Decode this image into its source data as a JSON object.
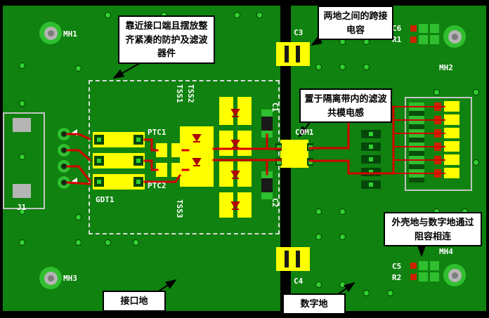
{
  "board": {
    "silkscreen": {
      "mh1": "MH1",
      "mh2": "MH2",
      "mh3": "MH3",
      "mh4": "MH4",
      "j1": "J1",
      "gdt1": "GDT1",
      "ptc1": "PTC1",
      "ptc2": "PTC2",
      "tss1": "TSS1",
      "tss2": "TSS2",
      "tss3": "TSS3",
      "c1": "C1",
      "c2": "C2",
      "c3": "C3",
      "c4": "C4",
      "c5": "C5",
      "c6": "C6",
      "r1": "R1",
      "r2": "R2",
      "com1": "COM1"
    },
    "colors": {
      "board_green": "#0f820f",
      "pad_green": "#2fbf2f",
      "component_yellow": "#ffff00",
      "trace_red": "#d40000",
      "silkscreen_white": "#ffffff",
      "isolation_black": "#000000",
      "callout_bg": "#ffffff",
      "callout_text": "#000000"
    }
  },
  "callouts": {
    "protection_note": "靠近接口端且摆放整齐紧凑的防护及滤波器件",
    "bridge_cap_note": "两地之间的跨接电容",
    "cm_choke_note": "置于隔离带内的滤波共模电感",
    "rc_link_note": "外壳地与数字地通过阻容相连",
    "interface_gnd_label": "接口地",
    "digital_gnd_label": "数字地"
  }
}
